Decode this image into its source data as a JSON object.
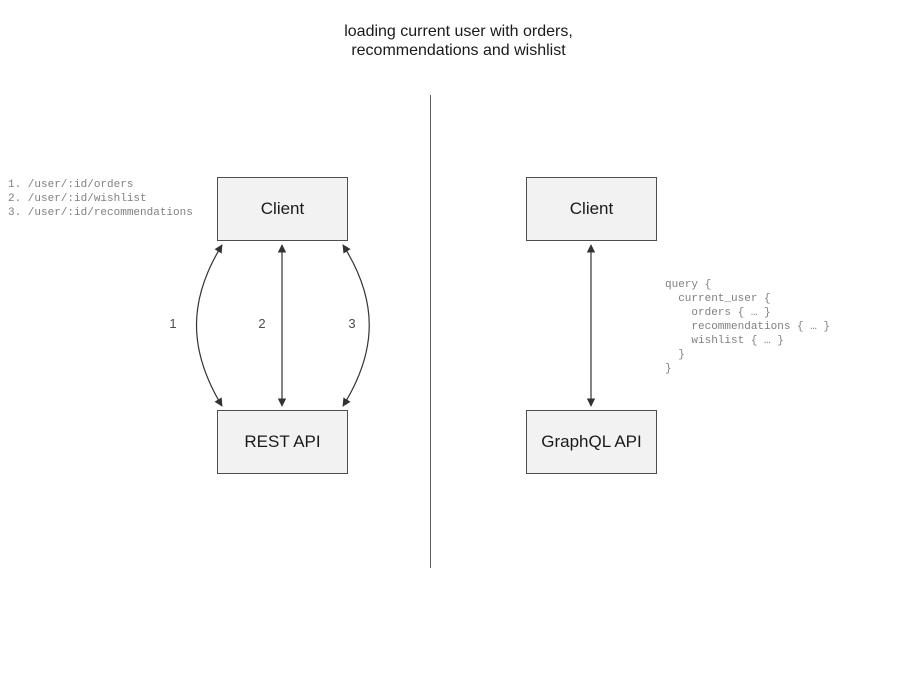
{
  "title": "loading current user with orders,\nrecommendations and wishlist",
  "divider": {
    "name": "vertical-divider"
  },
  "rest_side": {
    "client_label": "Client",
    "api_label": "REST API",
    "edge_labels": [
      "1",
      "2",
      "3"
    ],
    "endpoints": "1. /user/:id/orders\n2. /user/:id/wishlist\n3. /user/:id/recommendations"
  },
  "graphql_side": {
    "client_label": "Client",
    "api_label": "GraphQL API",
    "query": "query {\n  current_user {\n    orders { … }\n    recommendations { … }\n    wishlist { … }\n  }\n}"
  },
  "colors": {
    "box_fill": "#f2f2f2",
    "box_border": "#4d4d4d",
    "edge_stroke": "#333333",
    "divider": "#5c5c5c",
    "code_text": "#808080",
    "title_text": "#1a1a1a"
  }
}
